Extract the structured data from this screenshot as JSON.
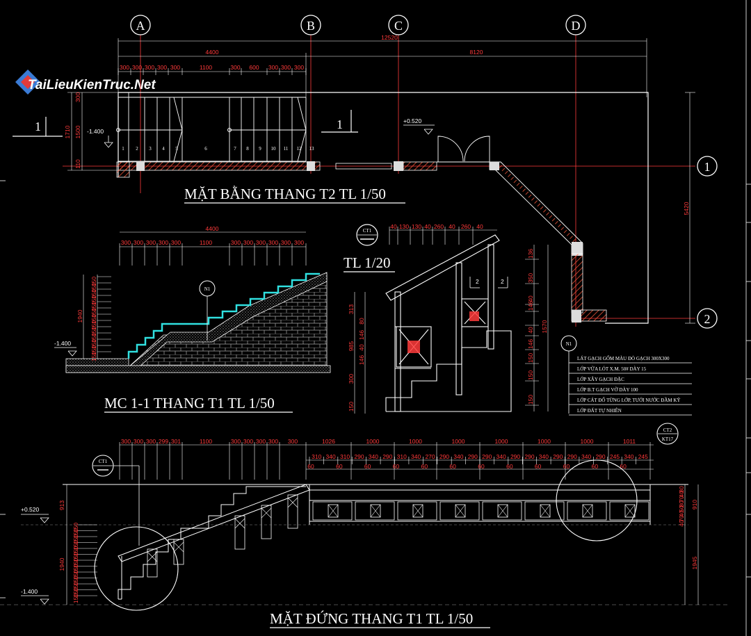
{
  "watermark": "TaiLieuKienTruc.Net",
  "grid_labels": {
    "a": "A",
    "b": "B",
    "c": "C",
    "d": "D",
    "r1": "1",
    "r2": "2"
  },
  "titles": {
    "plan": "MẶT BẰNG THANG T2  TL 1/50",
    "section": "MC 1-1 THANG T1  TL 1/50",
    "elevation": "MẶT ĐỨNG THANG T1  TL 1/50",
    "detail_scale": "TL 1/20"
  },
  "section_marks": {
    "left": "1",
    "right": "1"
  },
  "tags": {
    "ct1": "CT1",
    "ct2": "CT2",
    "kt17": "KT17",
    "n1": "N1"
  },
  "levels": {
    "minus": "-1.400",
    "plus": "+0.520"
  },
  "plan_dims": {
    "overall": "12520",
    "left": "4400",
    "right": "8120",
    "row": [
      "300",
      "300",
      "300",
      "300",
      "300",
      "1100",
      "300",
      "600",
      "300",
      "300",
      "300"
    ],
    "v1": "1710",
    "v2": "1500",
    "v3": "300",
    "v4": "110",
    "right_v": "5420"
  },
  "step_numbers": [
    "1",
    "2",
    "3",
    "4",
    "5",
    "6",
    "7",
    "8",
    "9",
    "10",
    "11",
    "12",
    "13"
  ],
  "section_dims": {
    "top": "4400",
    "row": [
      "300",
      "300",
      "300",
      "300",
      "300",
      "1100",
      "300",
      "300",
      "300",
      "300",
      "300",
      "300"
    ],
    "left_v": "1940",
    "left_steps": [
      "150",
      "150",
      "150",
      "150",
      "150",
      "150",
      "150",
      "150",
      "150",
      "150",
      "150",
      "150",
      "150"
    ]
  },
  "detail_dims": {
    "top": [
      "40",
      "130",
      "130",
      "40",
      "260",
      "40",
      "260",
      "40"
    ],
    "left": [
      "313",
      "985",
      "300",
      "150"
    ],
    "left_small": [
      "80",
      "146",
      "40",
      "146"
    ],
    "right": [
      "136",
      "350",
      "40",
      "146",
      "1570",
      "40",
      "146",
      "150",
      "150",
      "150"
    ],
    "marks": [
      "2",
      "2"
    ]
  },
  "legend": {
    "items": [
      "LÁT GẠCH GỐM MÀU ĐỎ GẠCH 300X300",
      "LỚP VỮA LÓT X.M. 50# DÀY 15",
      "LỚP XÂY GẠCH ĐẶC",
      "LỚP B.T GẠCH VỠ DÀY 100",
      "LỚP CÁT ĐỔ TỪNG LỚP, TƯỚI NƯỚC ĐẦM KỸ",
      "LỚP ĐẤT TỰ NHIÊN"
    ]
  },
  "elev_dims": {
    "row1": [
      "300",
      "300",
      "300",
      "299",
      "301",
      "1100",
      "300",
      "300",
      "300",
      "300",
      "300",
      "1026",
      "1000",
      "1000",
      "1000",
      "1000",
      "1000",
      "1000",
      "1011"
    ],
    "row2": [
      "310",
      "340",
      "310",
      "290",
      "340",
      "290",
      "310",
      "340",
      "270",
      "290",
      "340",
      "290",
      "290",
      "340",
      "290",
      "290",
      "340",
      "290",
      "290",
      "340",
      "290",
      "245",
      "340",
      "245"
    ],
    "row3": [
      "60",
      "60",
      "60",
      "60",
      "60",
      "60",
      "60",
      "60",
      "60",
      "60",
      "60",
      "60"
    ],
    "left_v": [
      "913",
      "1940"
    ],
    "left_steps": [
      "150",
      "150",
      "150",
      "150",
      "150",
      "150",
      "150",
      "150",
      "150",
      "150",
      "150",
      "150",
      "150"
    ],
    "right": [
      "910",
      "1945"
    ],
    "right_small": [
      "80",
      "40",
      "70",
      "80",
      "50",
      "40",
      "70",
      "40"
    ]
  }
}
